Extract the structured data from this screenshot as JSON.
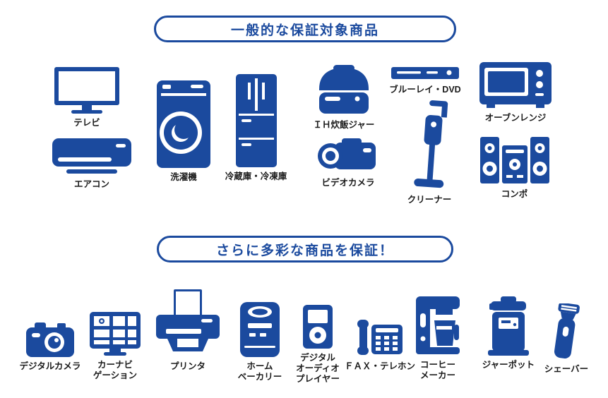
{
  "colors": {
    "primary": "#1b4a9e",
    "label": "#1a1a1a",
    "background": "#ffffff"
  },
  "sections": [
    {
      "title": "一般的な保証対象商品",
      "items": [
        {
          "icon": "tv-icon",
          "label": "テレビ"
        },
        {
          "icon": "air-conditioner-icon",
          "label": "エアコン"
        },
        {
          "icon": "washing-machine-icon",
          "label": "洗濯機"
        },
        {
          "icon": "refrigerator-icon",
          "label": "冷蔵庫・冷凍庫"
        },
        {
          "icon": "rice-cooker-icon",
          "label": "ＩＨ炊飯ジャー"
        },
        {
          "icon": "video-camera-icon",
          "label": "ビデオカメラ"
        },
        {
          "icon": "bluray-dvd-icon",
          "label": "ブルーレイ・DVD"
        },
        {
          "icon": "vacuum-cleaner-icon",
          "label": "クリーナー"
        },
        {
          "icon": "microwave-oven-icon",
          "label": "オーブンレンジ"
        },
        {
          "icon": "stereo-component-icon",
          "label": "コンポ"
        }
      ]
    },
    {
      "title": "さらに多彩な商品を保証！",
      "items": [
        {
          "icon": "digital-camera-icon",
          "label": "デジタルカメラ"
        },
        {
          "icon": "car-navigation-icon",
          "label": "カーナビ\nゲーション"
        },
        {
          "icon": "printer-icon",
          "label": "プリンタ"
        },
        {
          "icon": "home-bakery-icon",
          "label": "ホーム\nベーカリー"
        },
        {
          "icon": "digital-audio-player-icon",
          "label": "デジタル\nオーディオ\nプレイヤー"
        },
        {
          "icon": "fax-telephone-icon",
          "label": "ＦＡＸ・テレホン"
        },
        {
          "icon": "coffee-maker-icon",
          "label": "コーヒー\nメーカー"
        },
        {
          "icon": "jar-pot-icon",
          "label": "ジャーポット"
        },
        {
          "icon": "shaver-icon",
          "label": "シェーバー"
        }
      ]
    }
  ]
}
